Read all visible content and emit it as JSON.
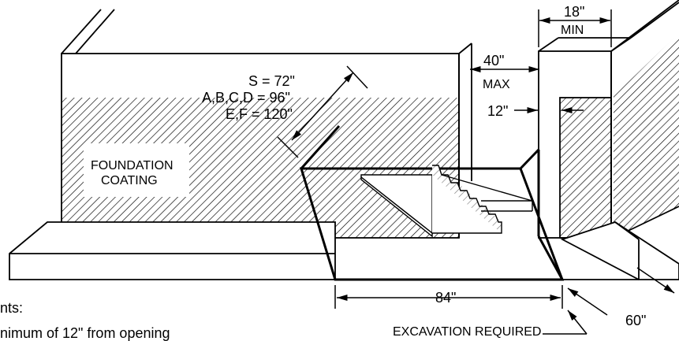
{
  "diagram": {
    "dimensions": {
      "length_s": "S  =  72\"",
      "length_abcd": "A,B,C,D  =  96\"",
      "length_ef": "E,F  =  120\"",
      "gap_max_value": "40\"",
      "gap_max_label": "MAX",
      "min_width_value": "18\"",
      "min_width_label": "MIN",
      "offset": "12\"",
      "excavation_width": "84\"",
      "excavation_depth": "60\""
    },
    "labels": {
      "foundation_line1": "FOUNDATION",
      "foundation_line2": "COATING",
      "excavation": "EXCAVATION  REQUIRED"
    },
    "notes": {
      "line1": "nts:",
      "line2": "nimum of 12\" from opening"
    }
  }
}
